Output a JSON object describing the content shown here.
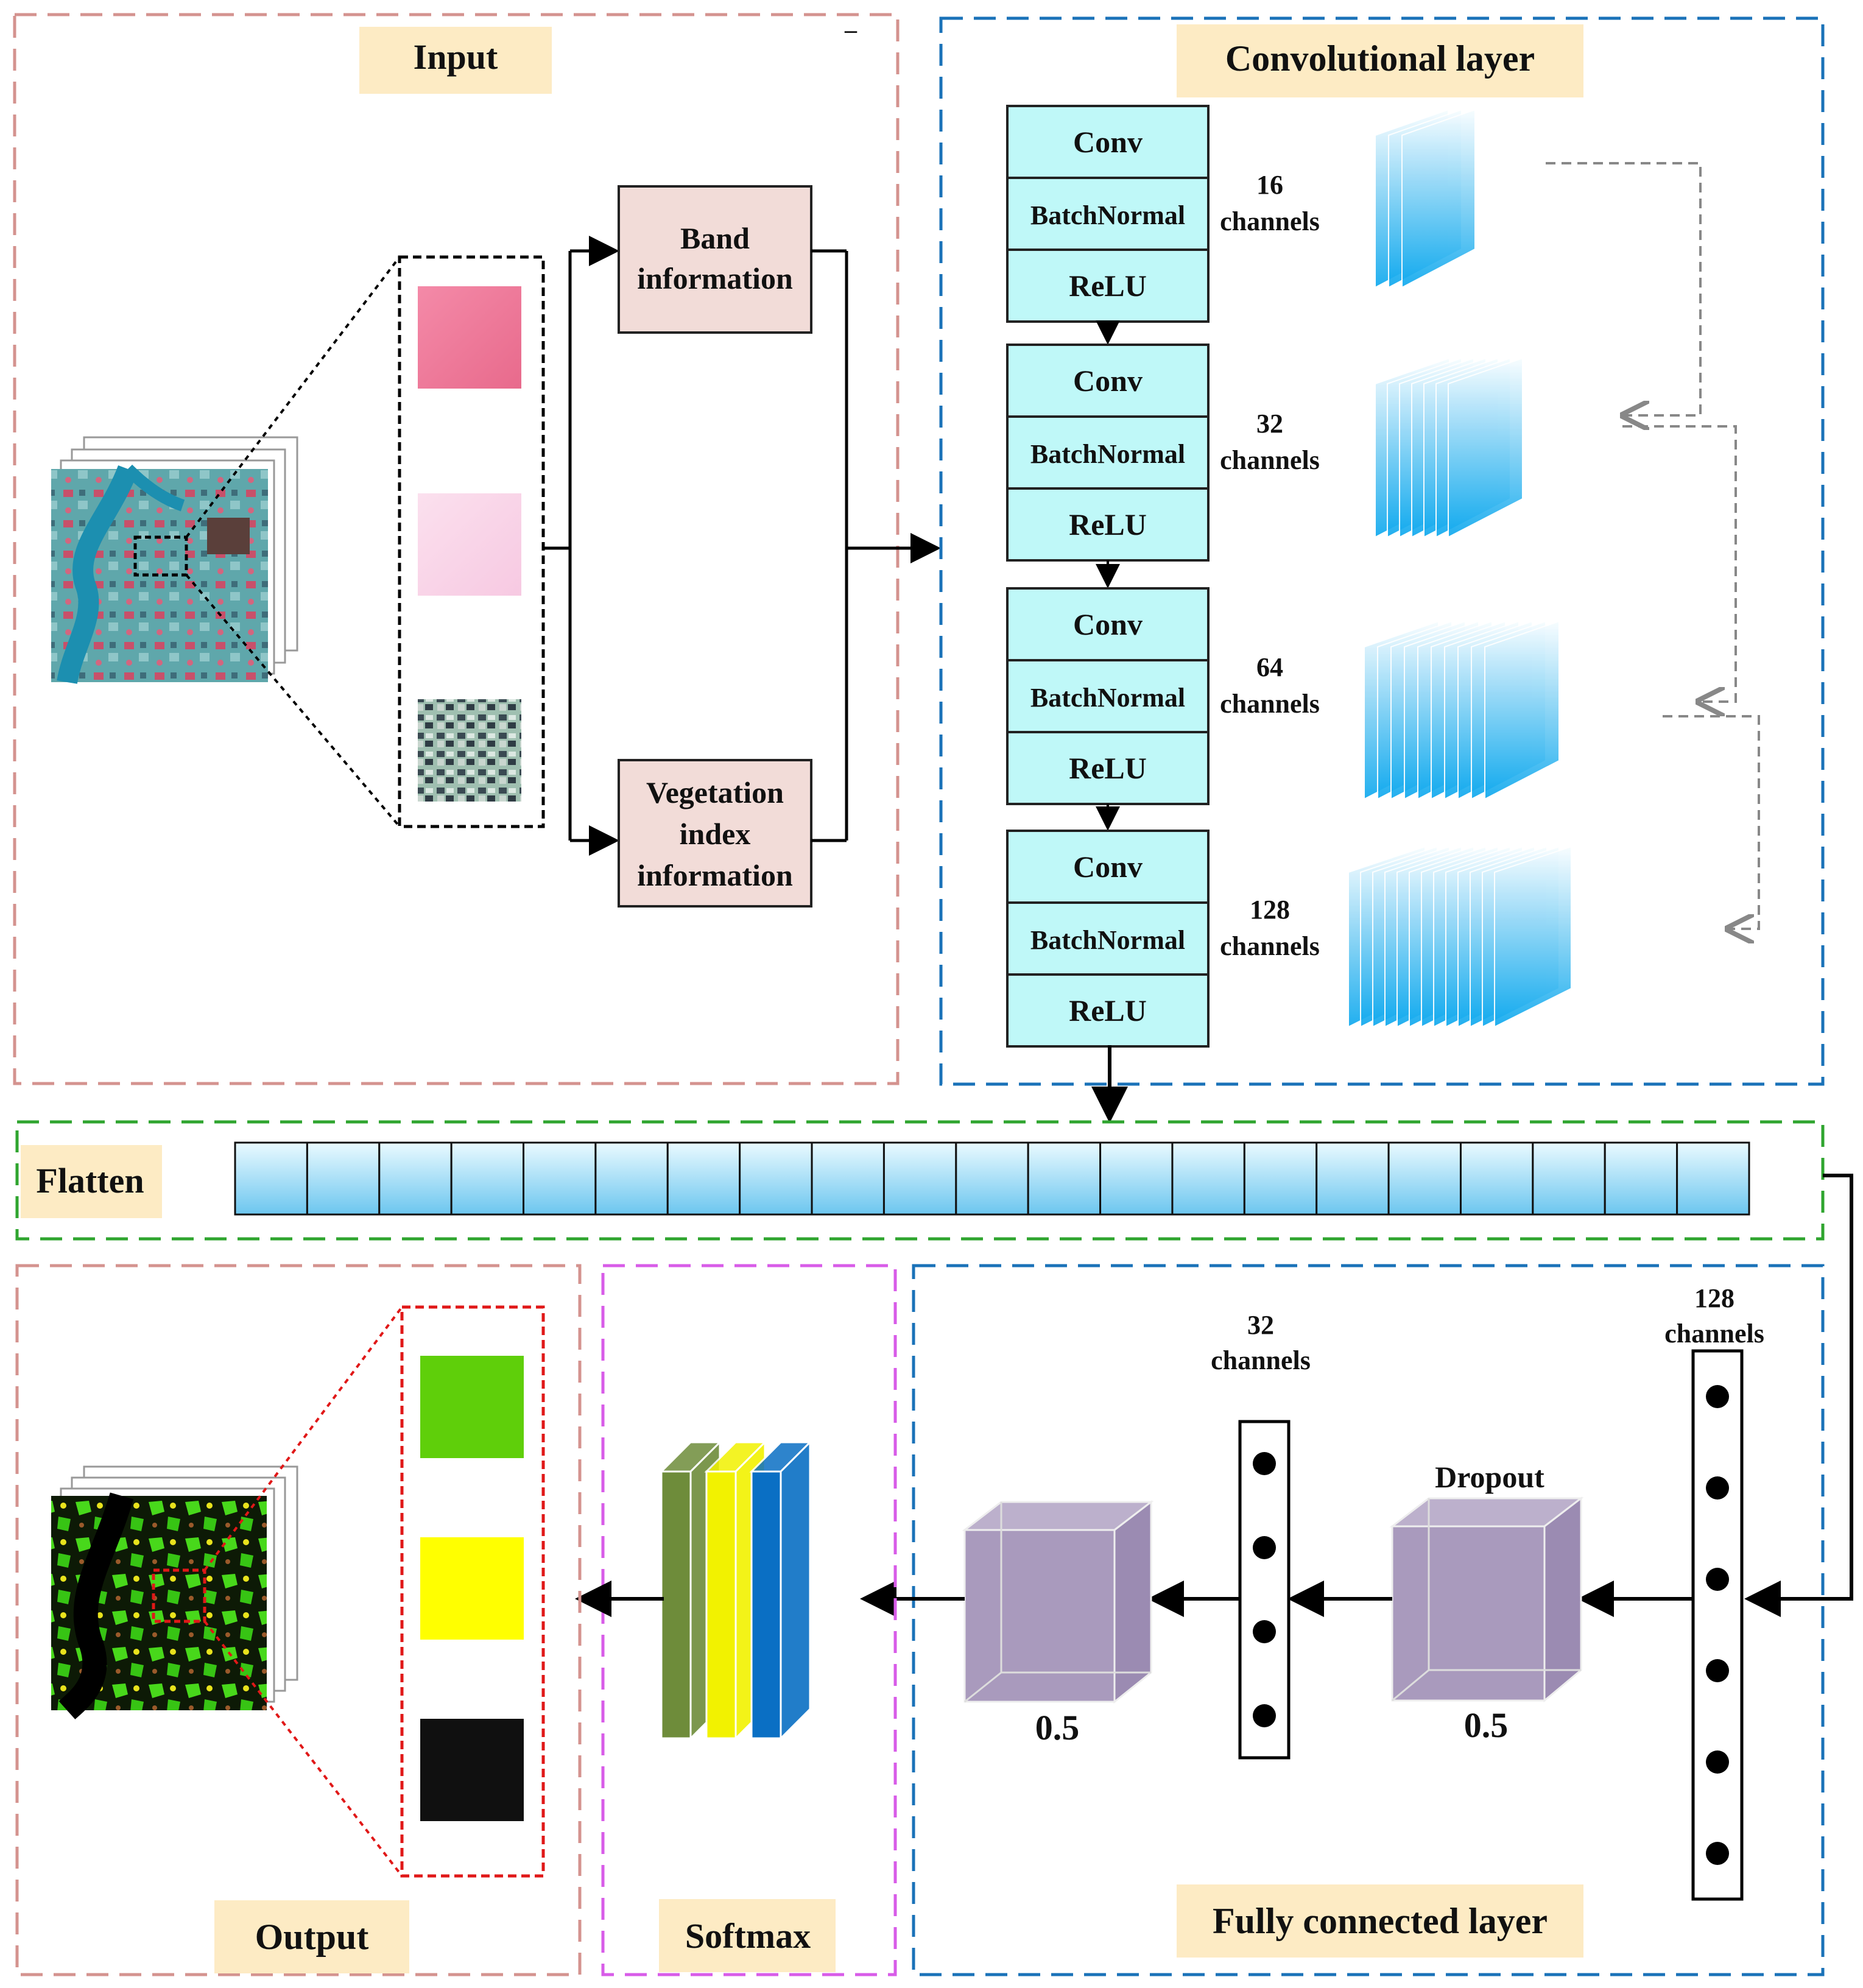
{
  "panels": {
    "input": "Input",
    "conv": "Convolutional layer",
    "flatten": "Flatten",
    "fc": "Fully connected layer",
    "softmax": "Softmax",
    "output": "Output"
  },
  "input_branches": {
    "band": [
      "Band",
      "information"
    ],
    "vegetation": [
      "Vegetation",
      "index",
      "information"
    ]
  },
  "conv_blocks": [
    {
      "parts": [
        "Conv",
        "BatchNormal",
        "ReLU"
      ],
      "channels_num": "16",
      "channels_word": "channels",
      "maps": 3
    },
    {
      "parts": [
        "Conv",
        "BatchNormal",
        "ReLU"
      ],
      "channels_num": "32",
      "channels_word": "channels",
      "maps": 7
    },
    {
      "parts": [
        "Conv",
        "BatchNormal",
        "ReLU"
      ],
      "channels_num": "64",
      "channels_word": "channels",
      "maps": 10
    },
    {
      "parts": [
        "Conv",
        "BatchNormal",
        "ReLU"
      ],
      "channels_num": "128",
      "channels_word": "channels",
      "maps": 13
    }
  ],
  "flatten_cells": 21,
  "fc": {
    "dense_128": {
      "num": "128",
      "word": "channels",
      "nodes": 6
    },
    "dense_32": {
      "num": "32",
      "word": "channels",
      "nodes": 4
    },
    "dropout_label": "Dropout",
    "dropout_rate_1": "0.5",
    "dropout_rate_2": "0.5"
  },
  "softmax_layer_colors": [
    "#6e8c3a",
    "#f2f200",
    "#0a6fc4"
  ],
  "output_classes": [
    "#5fcf0a",
    "#ffff00",
    "#101010"
  ],
  "colors": {
    "input_border": "#d4938f",
    "conv_border": "#1a72b8",
    "flatten_border": "#2fa52f",
    "softmax_border": "#d85ce8",
    "label_bg": "#fdebc4",
    "conv_block_fill": "#bff8f8",
    "branch_box_fill": "#f2dcd8",
    "cube_fill": "#a99abd"
  }
}
